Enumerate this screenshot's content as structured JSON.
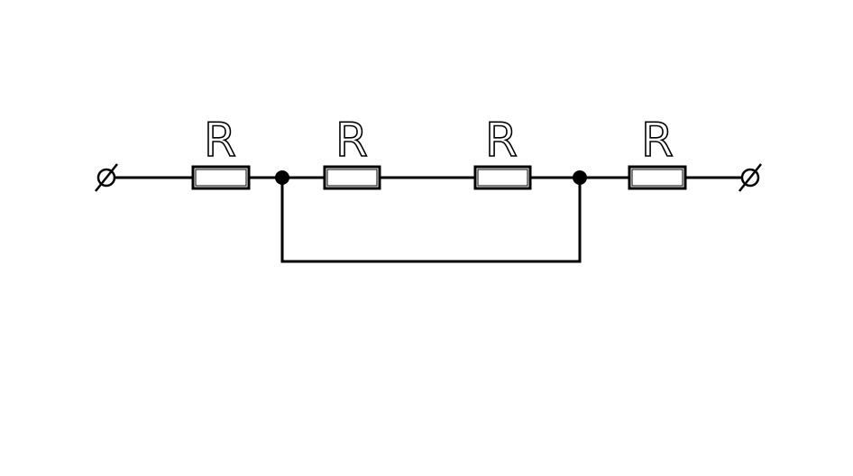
{
  "resistors": [
    {
      "label": "R"
    },
    {
      "label": "R"
    },
    {
      "label": "R"
    },
    {
      "label": "R"
    }
  ],
  "colors": {
    "line": "#000000",
    "background": "#ffffff"
  }
}
